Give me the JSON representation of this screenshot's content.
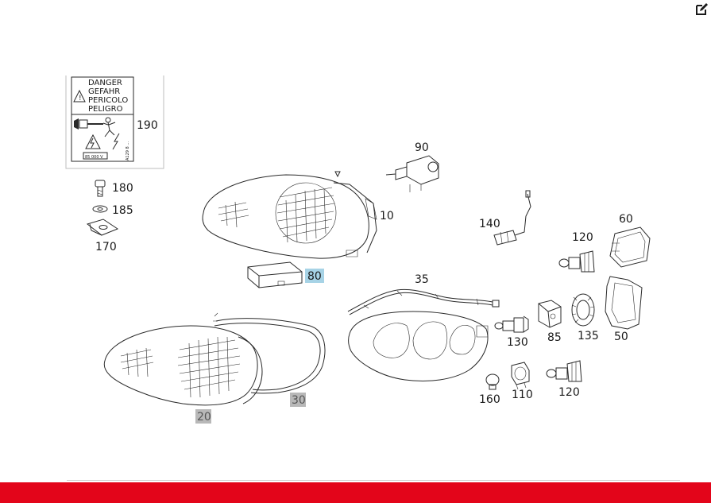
{
  "toolbar": {
    "edit_icon": "edit-icon"
  },
  "warning_label": {
    "lines": [
      "DANGER",
      "GEFAHR",
      "PERICOLO",
      "PELIGRO"
    ],
    "voltage": "85 000 V",
    "code": "A129 8 ..."
  },
  "callouts": {
    "p190": "190",
    "p180": "180",
    "p185": "185",
    "p170": "170",
    "p90": "90",
    "p10": "10",
    "p80": "80",
    "p140": "140",
    "p60": "60",
    "p120a": "120",
    "p35": "35",
    "p130": "130",
    "p85": "85",
    "p135": "135",
    "p50": "50",
    "p20": "20",
    "p30": "30",
    "p160": "160",
    "p110": "110",
    "p120b": "120"
  },
  "colors": {
    "highlight_blue": "#a7d3e6",
    "highlight_gray": "#b8b8b8",
    "footer_red": "#e3051a"
  }
}
